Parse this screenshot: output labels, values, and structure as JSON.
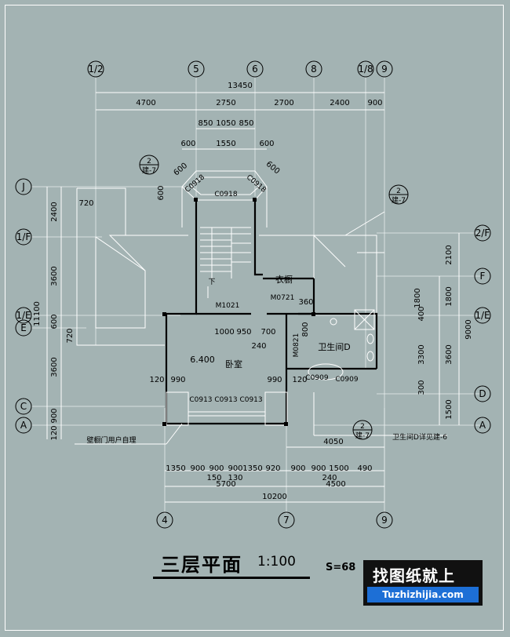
{
  "title": "三层平面",
  "scale": "1:100",
  "area": "S=68",
  "watermark": {
    "cn": "找图纸就上",
    "en": "Tuzhizhijia.com"
  },
  "axes_top": [
    "1/2",
    "5",
    "6",
    "8",
    "1/8",
    "9"
  ],
  "axes_bottom": [
    "4",
    "7",
    "9"
  ],
  "axes_left": [
    "J",
    "1/F",
    "1/E",
    "E",
    "C",
    "A"
  ],
  "axes_right": [
    "2/F",
    "F",
    "1/E",
    "D",
    "A"
  ],
  "dims_top_total": "13450",
  "dims_top_row": [
    "4700",
    "2750",
    "2700",
    "2400",
    "900"
  ],
  "dims_bay": [
    "850",
    "1050",
    "850"
  ],
  "dims_bay2": [
    "600",
    "1550",
    "600"
  ],
  "dims_bay_diag": [
    "600",
    "600"
  ],
  "dims_left_total": "11100",
  "dims_left_row": [
    "2400",
    "3600",
    "600",
    "3600",
    "900",
    "120"
  ],
  "dims_left_inner": [
    "600",
    "720",
    "720"
  ],
  "dims_right_total": "9000",
  "dims_right_row": [
    "2100",
    "1800",
    "3600",
    "1500"
  ],
  "dims_right_inner": [
    "400",
    "3300",
    "300"
  ],
  "dims_bottom_total": "10200",
  "dims_bottom_row": [
    "5700",
    "4500"
  ],
  "dims_bottom_sub": [
    "1350",
    "900",
    "900",
    "900",
    "1350",
    "920",
    "900",
    "900",
    "1500",
    "490"
  ],
  "dims_bottom_small": [
    "150",
    "130",
    "240"
  ],
  "dims_bottom_4050": "4050",
  "dims_inner": [
    "1000",
    "950",
    "700",
    "240",
    "360",
    "800",
    "990",
    "990",
    "120",
    "120",
    "1800"
  ],
  "labels": {
    "bay_window": "C0918",
    "bay_left": "C0918",
    "bay_right": "C0918",
    "down": "下",
    "closet": "衣橱",
    "m1021": "M1021",
    "m0721": "M0721",
    "m0821": "M0821",
    "bath": "卫生间D",
    "level": "6.400",
    "bedroom": "卧室",
    "c0909a": "C0909",
    "c0909b": "C0909",
    "c0913": "C0913 C0913 C0913",
    "note_left": "壁橱门用户自理",
    "note_right": "卫生间D详见建-6",
    "sym1_top": "2",
    "sym1_bot": "建-7",
    "sym2_top": "2",
    "sym2_bot": "建-7",
    "sym3_top": "2",
    "sym3_bot": "建-7"
  }
}
